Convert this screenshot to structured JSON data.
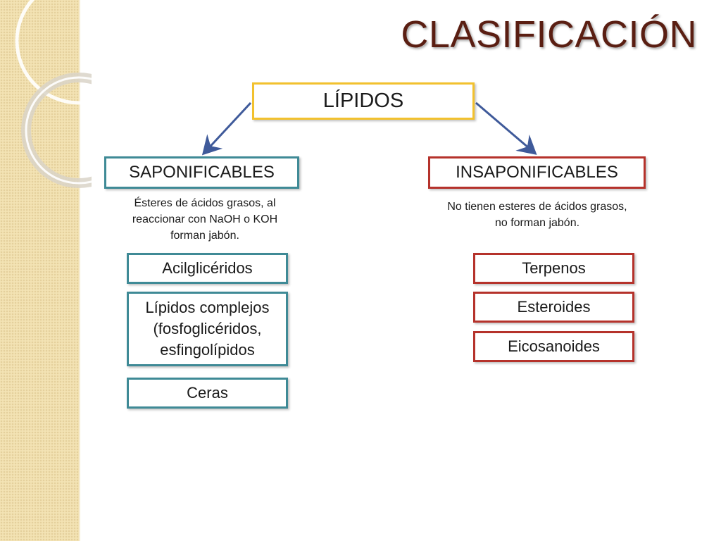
{
  "title": "CLASIFICACIÓN",
  "root": {
    "label": "LÍPIDOS"
  },
  "saponificables": {
    "label": "SAPONIFICABLES",
    "description": "Ésteres de ácidos grasos, al reaccionar con NaOH o KOH forman jabón.",
    "items": [
      "Acilglicéridos",
      "Lípidos complejos (fosfoglicéridos, esfingolípidos",
      "Ceras"
    ]
  },
  "insaponificables": {
    "label": "INSAPONIFICABLES",
    "description": "No tienen esteres de ácidos grasos, no forman jabón.",
    "items": [
      "Terpenos",
      "Esteroides",
      "Eicosanoides"
    ]
  },
  "colors": {
    "title": "#5a1e12",
    "root_border": "#f2c12e",
    "left_border": "#3f8a96",
    "right_border": "#b5322b",
    "arrow": "#3f5a9a"
  }
}
